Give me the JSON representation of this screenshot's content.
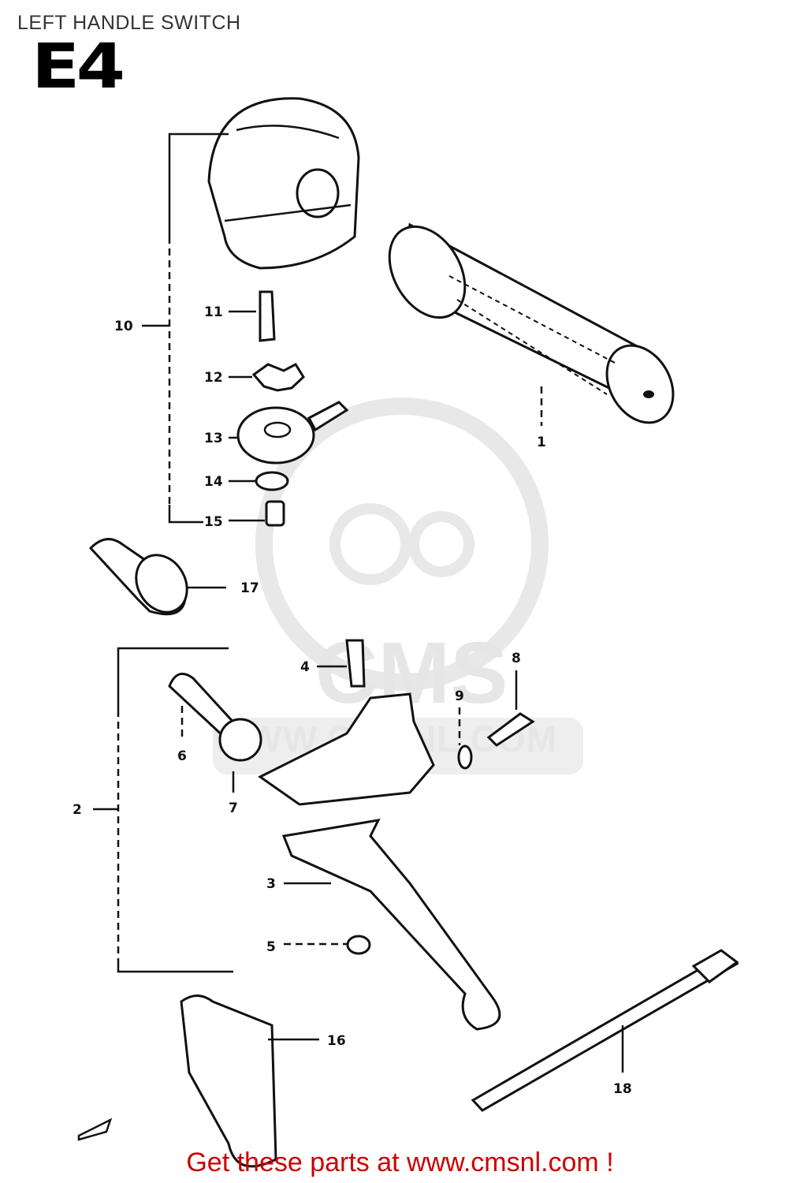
{
  "header": {
    "title": "LEFT HANDLE SWITCH",
    "section_code": "E4"
  },
  "watermark": {
    "logo_text": "CMS",
    "url_text": "WWW.CMSNL.COM"
  },
  "callouts": [
    "1",
    "2",
    "3",
    "4",
    "5",
    "6",
    "7",
    "8",
    "9",
    "10",
    "11",
    "12",
    "13",
    "14",
    "15",
    "16",
    "17",
    "18"
  ],
  "footer": {
    "promo_text": "Get these parts at www.cmsnl.com !",
    "promo_color": "#cc0000"
  }
}
